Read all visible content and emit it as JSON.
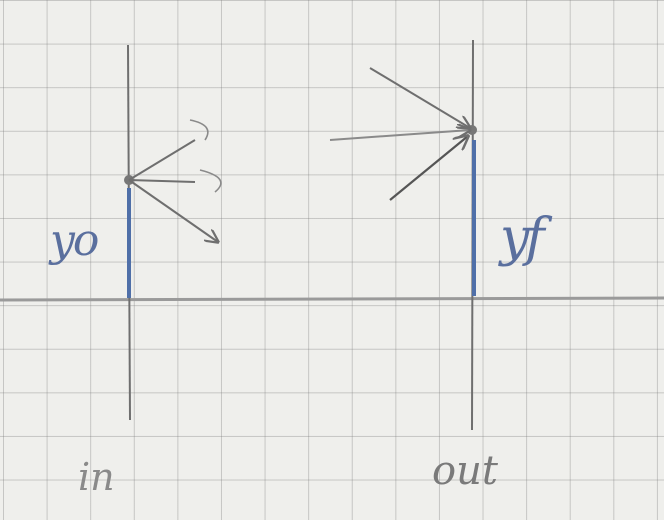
{
  "labels": {
    "y_in": "yo",
    "y_out": "yf",
    "in_label": "in",
    "out_label": "out"
  },
  "colors": {
    "pencil": "#6f6f6f",
    "blue": "#4f6fa8",
    "grid": "#a8a8a8",
    "paper": "#efefec"
  }
}
